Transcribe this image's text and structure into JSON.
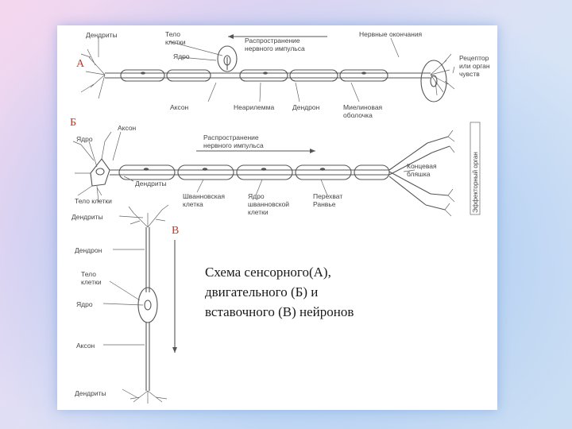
{
  "panels": {
    "a": {
      "letter": "А",
      "labels": {
        "dendrites": "Дендриты",
        "cell_body": [
          "Тело",
          "клетки"
        ],
        "nucleus": "Ядро",
        "impulse": [
          "Распространение",
          "нервного импульса"
        ],
        "nerve_endings": "Нервные окончания",
        "receptor": [
          "Рецептор",
          "или орган",
          "чувств"
        ],
        "axon": "Аксон",
        "neurilemma": "Неарилемма",
        "dendron": "Дендрон",
        "myelin": [
          "Миелиновая",
          "оболочка"
        ]
      }
    },
    "b": {
      "letter": "Б",
      "labels": {
        "axon": "Аксон",
        "nucleus": "Ядро",
        "impulse": [
          "Распространение",
          "нервного импульса"
        ],
        "dendrites": "Дендриты",
        "cell_body": "Тело клетки",
        "schwann_cell": [
          "Шванновская",
          "клетка"
        ],
        "schwann_nucleus": [
          "Ядро",
          "шванновской",
          "клетки"
        ],
        "ranvier": [
          "Перехват",
          "Ранвье"
        ],
        "end_plate": [
          "Концевая",
          "бляшка"
        ],
        "effector": "Эффекторный орган"
      }
    },
    "c": {
      "letter": "В",
      "labels": {
        "dendrites_top": "Дендриты",
        "dendron": "Дендрон",
        "cell_body": [
          "Тело",
          "клетки"
        ],
        "nucleus": "Ядро",
        "axon": "Аксон",
        "dendrites_bottom": "Дендриты"
      }
    }
  },
  "caption": {
    "lines": [
      "Схема сенсорного(А),",
      "двигательного (Б) и",
      "вставочного (В) нейронов"
    ]
  }
}
